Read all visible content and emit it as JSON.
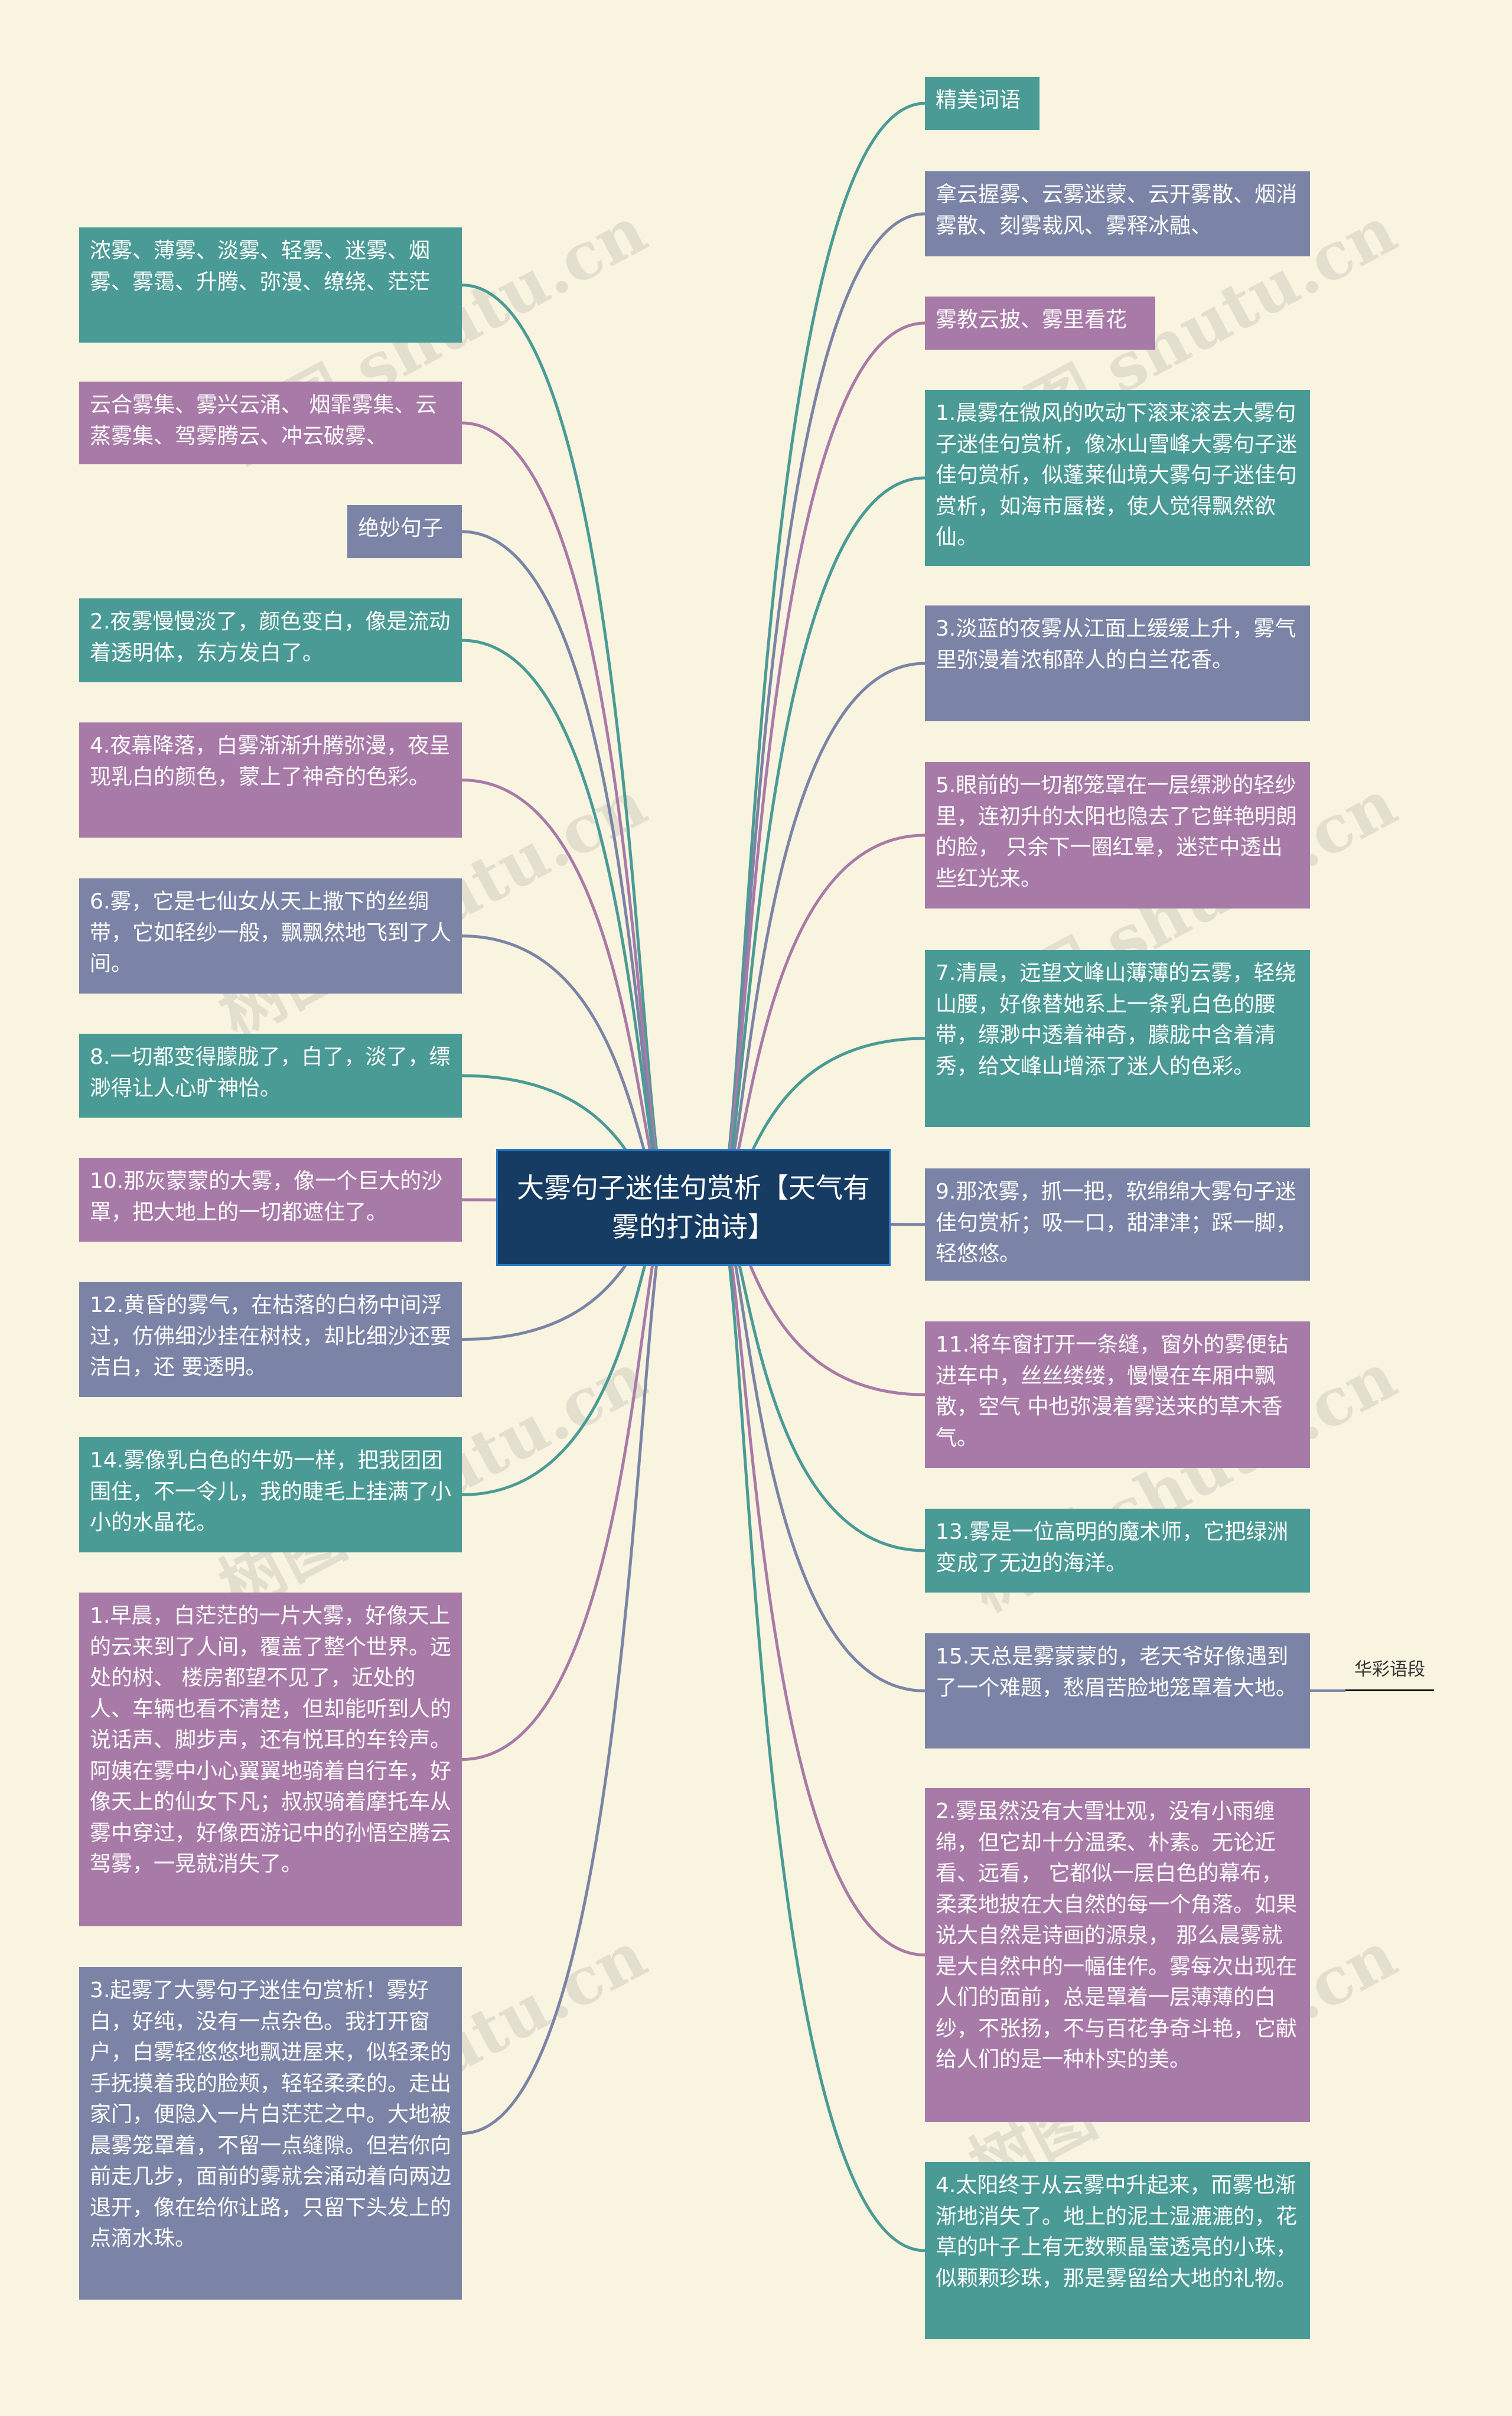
{
  "center": "大雾句子迷佳句赏析【天气有雾的打油诗】",
  "right_nodes": [
    {
      "text": "精美词语"
    },
    {
      "text": "拿云握雾、云雾迷蒙、云开雾散、烟消雾散、刻雾裁风、雾释冰融、"
    },
    {
      "text": "雾教云披、雾里看花"
    },
    {
      "text": "1.晨雾在微风的吹动下滚来滚去大雾句子迷佳句赏析，像冰山雪峰大雾句子迷佳句赏析，似蓬莱仙境大雾句子迷佳句赏析，如海市蜃楼，使人觉得飘然欲仙。"
    },
    {
      "text": "3.淡蓝的夜雾从江面上缓缓上升，雾气里弥漫着浓郁醉人的白兰花香。"
    },
    {
      "text": "5.眼前的一切都笼罩在一层缥渺的轻纱里，连初升的太阳也隐去了它鲜艳明朗的脸， 只余下一圈红晕，迷茫中透出些红光来。"
    },
    {
      "text": "7.清晨，远望文峰山薄薄的云雾，轻绕山腰，好像替她系上一条乳白色的腰带，缥渺中透着神奇，朦胧中含着清秀，给文峰山增添了迷人的色彩。"
    },
    {
      "text": "9.那浓雾，抓一把，软绵绵大雾句子迷佳句赏析；吸一口，甜津津；踩一脚，轻悠悠。"
    },
    {
      "text": "11.将车窗打开一条缝，窗外的雾便钻进车中，丝丝缕缕，慢慢在车厢中飘散，空气 中也弥漫着雾送来的草木香气。"
    },
    {
      "text": "13.雾是一位高明的魔术师，它把绿洲变成了无边的海洋。"
    },
    {
      "text": "15.天总是雾蒙蒙的，老天爷好像遇到了一个难题，愁眉苦脸地笼罩着大地。"
    },
    {
      "text": "2.雾虽然没有大雪壮观，没有小雨缠绵，但它却十分温柔、朴素。无论近看、远看， 它都似一层白色的幕布，柔柔地披在大自然的每一个角落。如果说大自然是诗画的源泉， 那么晨雾就是大自然中的一幅佳作。雾每次出现在人们的面前，总是罩着一层薄薄的白 纱，不张扬，不与百花争奇斗艳，它献给人们的是一种朴实的美。"
    },
    {
      "text": "4.太阳终于从云雾中升起来，而雾也渐渐地消失了。地上的泥土湿漉漉的，花草的叶子上有无数颗晶莹透亮的小珠，似颗颗珍珠，那是雾留给大地的礼物。"
    }
  ],
  "left_nodes": [
    {
      "text": "浓雾、薄雾、淡雾、轻雾、迷雾、烟雾、雾霭、升腾、弥漫、缭绕、茫茫"
    },
    {
      "text": "云合雾集、雾兴云涌、 烟霏雾集、云蒸雾集、驾雾腾云、冲云破雾、"
    },
    {
      "text": "绝妙句子"
    },
    {
      "text": "2.夜雾慢慢淡了，颜色变白，像是流动着透明体，东方发白了。"
    },
    {
      "text": "4.夜幕降落，白雾渐渐升腾弥漫，夜呈现乳白的颜色，蒙上了神奇的色彩。"
    },
    {
      "text": "6.雾，它是七仙女从天上撒下的丝绸带，它如轻纱一般，飘飘然地飞到了人间。"
    },
    {
      "text": "8.一切都变得朦胧了，白了，淡了，缥渺得让人心旷神怡。"
    },
    {
      "text": "10.那灰蒙蒙的大雾，像一个巨大的沙罩，把大地上的一切都遮住了。"
    },
    {
      "text": "12.黄昏的雾气，在枯落的白杨中间浮过，仿佛细沙挂在树枝，却比细沙还要洁白，还 要透明。"
    },
    {
      "text": "14.雾像乳白色的牛奶一样，把我团团围住，不一令儿，我的睫毛上挂满了小小的水晶花。"
    },
    {
      "text": "1.早晨，白茫茫的一片大雾，好像天上的云来到了人间，覆盖了整个世界。远处的树、 楼房都望不见了，近处的人、车辆也看不清楚，但却能听到人的说话声、脚步声，还有悦耳的车铃声。阿姨在雾中小心翼翼地骑着自行车，好像天上的仙女下凡；叔叔骑着摩托车从雾中穿过，好像西游记中的孙悟空腾云驾雾，一晃就消失了。"
    },
    {
      "text": "3.起雾了大雾句子迷佳句赏析！雾好白，好纯，没有一点杂色。我打开窗户，白雾轻悠悠地飘进屋来，似轻柔的手抚摸着我的脸颊，轻轻柔柔的。走出家门，便隐入一片白茫茫之中。大地被晨雾笼罩着，不留一点缝隙。但若你向前走几步，面前的雾就会涌动着向两边退开，像在给你让路，只留下头发上的点滴水珠。"
    }
  ],
  "side_tag": "华彩语段",
  "watermark": "树图 shutu.cn",
  "colors": {
    "teal": "#4a9a95",
    "purple": "#a87aa8",
    "slate": "#7b84a6",
    "center": "#173c63",
    "background": "#f9f4df"
  }
}
